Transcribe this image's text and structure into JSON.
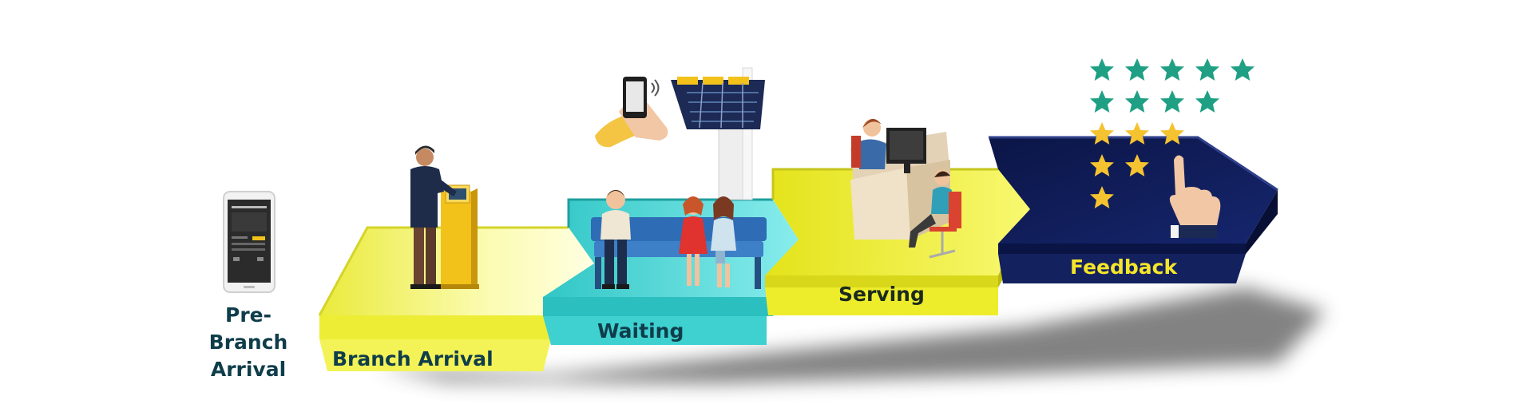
{
  "colors": {
    "arrival": "#f1f050",
    "waiting": "#46d3d3",
    "serving": "#e9e81b",
    "feedback": "#0f1c5a",
    "feedback_text": "#f4e52b",
    "label_dark": "#0f3d4a",
    "star_green": "#1fa084",
    "star_gold": "#f5c330",
    "shadow": "#6e6e6e"
  },
  "stages": [
    {
      "label": "Pre-Branch Arrival"
    },
    {
      "label": "Branch Arrival"
    },
    {
      "label": "Waiting"
    },
    {
      "label": "Serving"
    },
    {
      "label": "Feedback"
    }
  ],
  "icons": [
    "smartphone-icon",
    "kiosk-icon",
    "phone-in-hand-icon",
    "departure-board-icon",
    "waiting-people-icon",
    "service-desk-icon",
    "star-rating-icon",
    "pointing-hand-icon"
  ],
  "rating": {
    "green_stars": 9,
    "gold_stars": 6
  }
}
